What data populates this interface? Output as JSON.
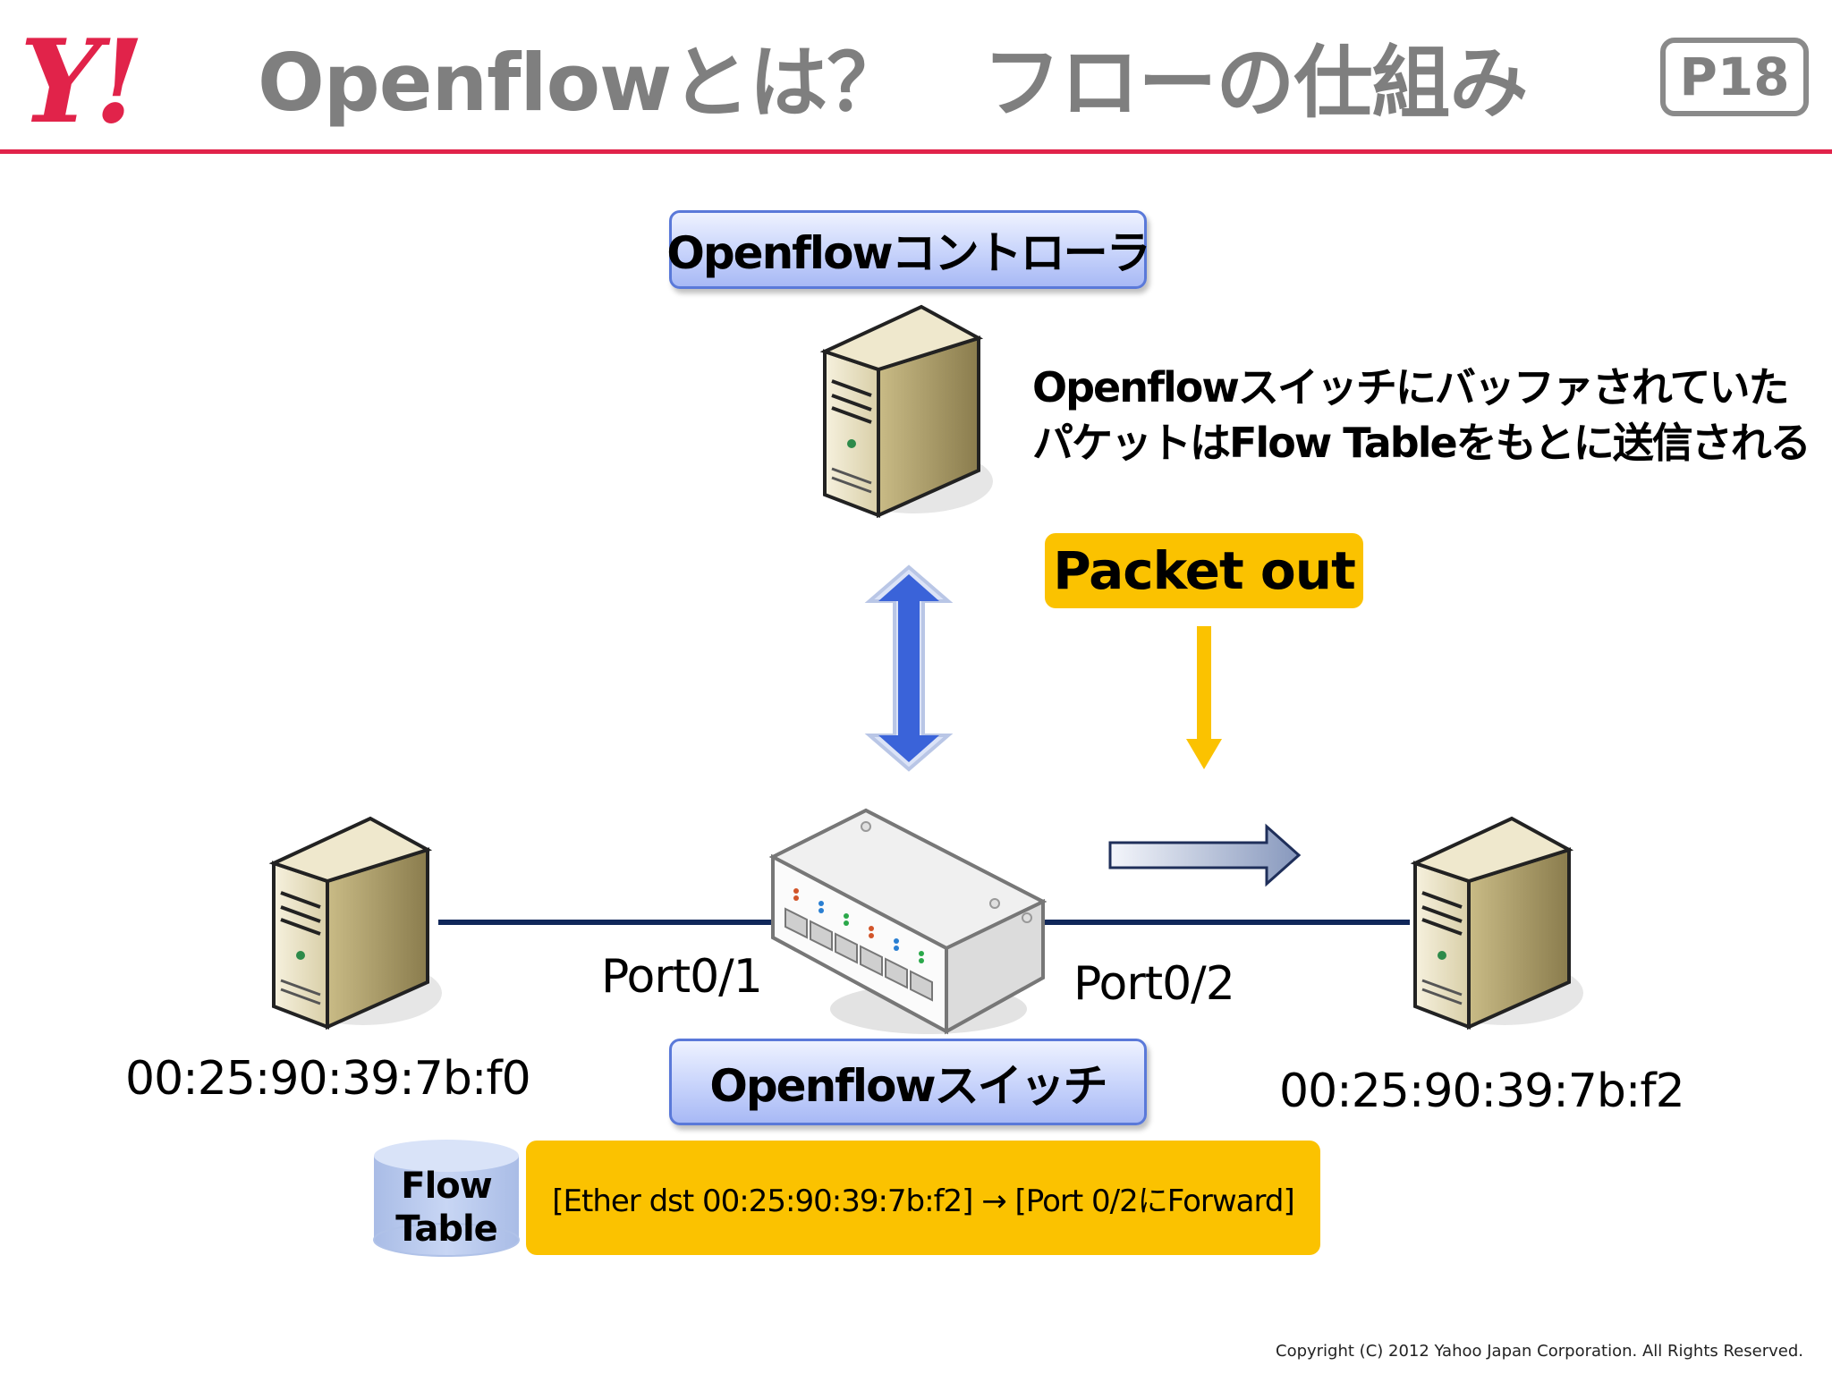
{
  "header": {
    "logo_text": "Y!",
    "title": "Openflowとは？　フローの仕組み",
    "page_badge": "P18"
  },
  "diagram": {
    "controller_label": "Openflowコントローラ",
    "explanation_lines": [
      "Openflowスイッチにバッファされていた",
      "パケットはFlow Tableをもとに送信される"
    ],
    "packet_out_label": "Packet out",
    "switch_label": "Openflowスイッチ",
    "port_left": "Port0/1",
    "port_right": "Port0/2",
    "host_left_mac": "00:25:90:39:7b:f0",
    "host_right_mac": "00:25:90:39:7b:f2",
    "flow_table_label": [
      "Flow",
      "Table"
    ],
    "flow_entry": "[Ether dst 00:25:90:39:7b:f2] → [Port 0/2にForward]"
  },
  "footer": {
    "copyright": "Copyright (C) 2012 Yahoo Japan Corporation. All Rights Reserved."
  },
  "colors": {
    "brand_red": "#e1234a",
    "box_blue": "#a8b9f5",
    "box_border_blue": "#5a79d9",
    "highlight_yellow": "#fbc200",
    "arrow_blue": "#3a63d9",
    "link_navy": "#10275a"
  }
}
